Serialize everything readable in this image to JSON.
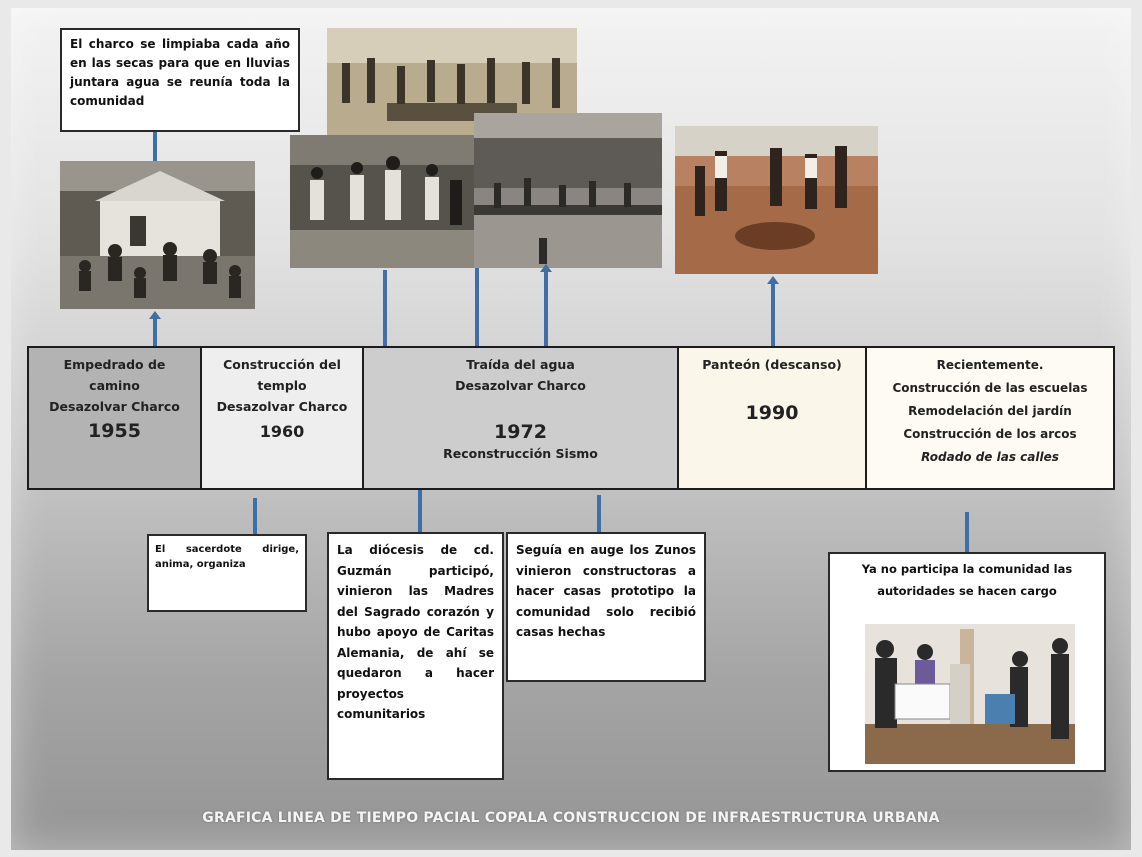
{
  "notes": {
    "charco": "El charco se limpiaba cada año en las secas para que en lluvias juntara agua se reunía toda la comunidad",
    "sacerdote": "El sacerdote dirige, anima, organiza",
    "diocesis": "La diócesis de cd. Guzmán participó, vinieron las Madres del Sagrado corazón y hubo apoyo de Caritas Alemania, de ahí se quedaron a hacer proyectos comunitarios",
    "zunos": "Seguía en auge los Zunos vinieron constructoras a hacer casas prototipo la comunidad solo recibió casas hechas",
    "recientes": "Ya no participa la comunidad las autoridades se hacen cargo"
  },
  "periods": [
    {
      "lines": [
        "Empedrado de",
        "camino",
        "Desazolvar Charco"
      ],
      "year": "1955",
      "color": "#b3b3b3"
    },
    {
      "lines": [
        "Construcción del",
        "templo",
        "Desazolvar Charco"
      ],
      "year": "1960",
      "color": "#eeeeee"
    },
    {
      "lines": [
        "Traída del agua",
        "Desazolvar Charco"
      ],
      "year": "1972",
      "extra": "Reconstrucción Sismo",
      "color": "#cdcdcd"
    },
    {
      "lines": [
        "Panteón (descanso)"
      ],
      "year": "1990",
      "color": "#fbf6ea"
    },
    {
      "lines": [
        "Recientemente.",
        "Construcción de las escuelas",
        "Remodelación del jardín",
        "Construcción de los arcos",
        "Rodado de las calles"
      ],
      "year": "",
      "color": "#fdfbf3"
    }
  ],
  "caption": "GRAFICA LINEA DE TIEMPO PACIAL COPALA CONSTRUCCION DE INFRAESTRUCTURA URBANA",
  "colors": {
    "connector": "#3f6fa6",
    "border": "#1c1c1c"
  }
}
